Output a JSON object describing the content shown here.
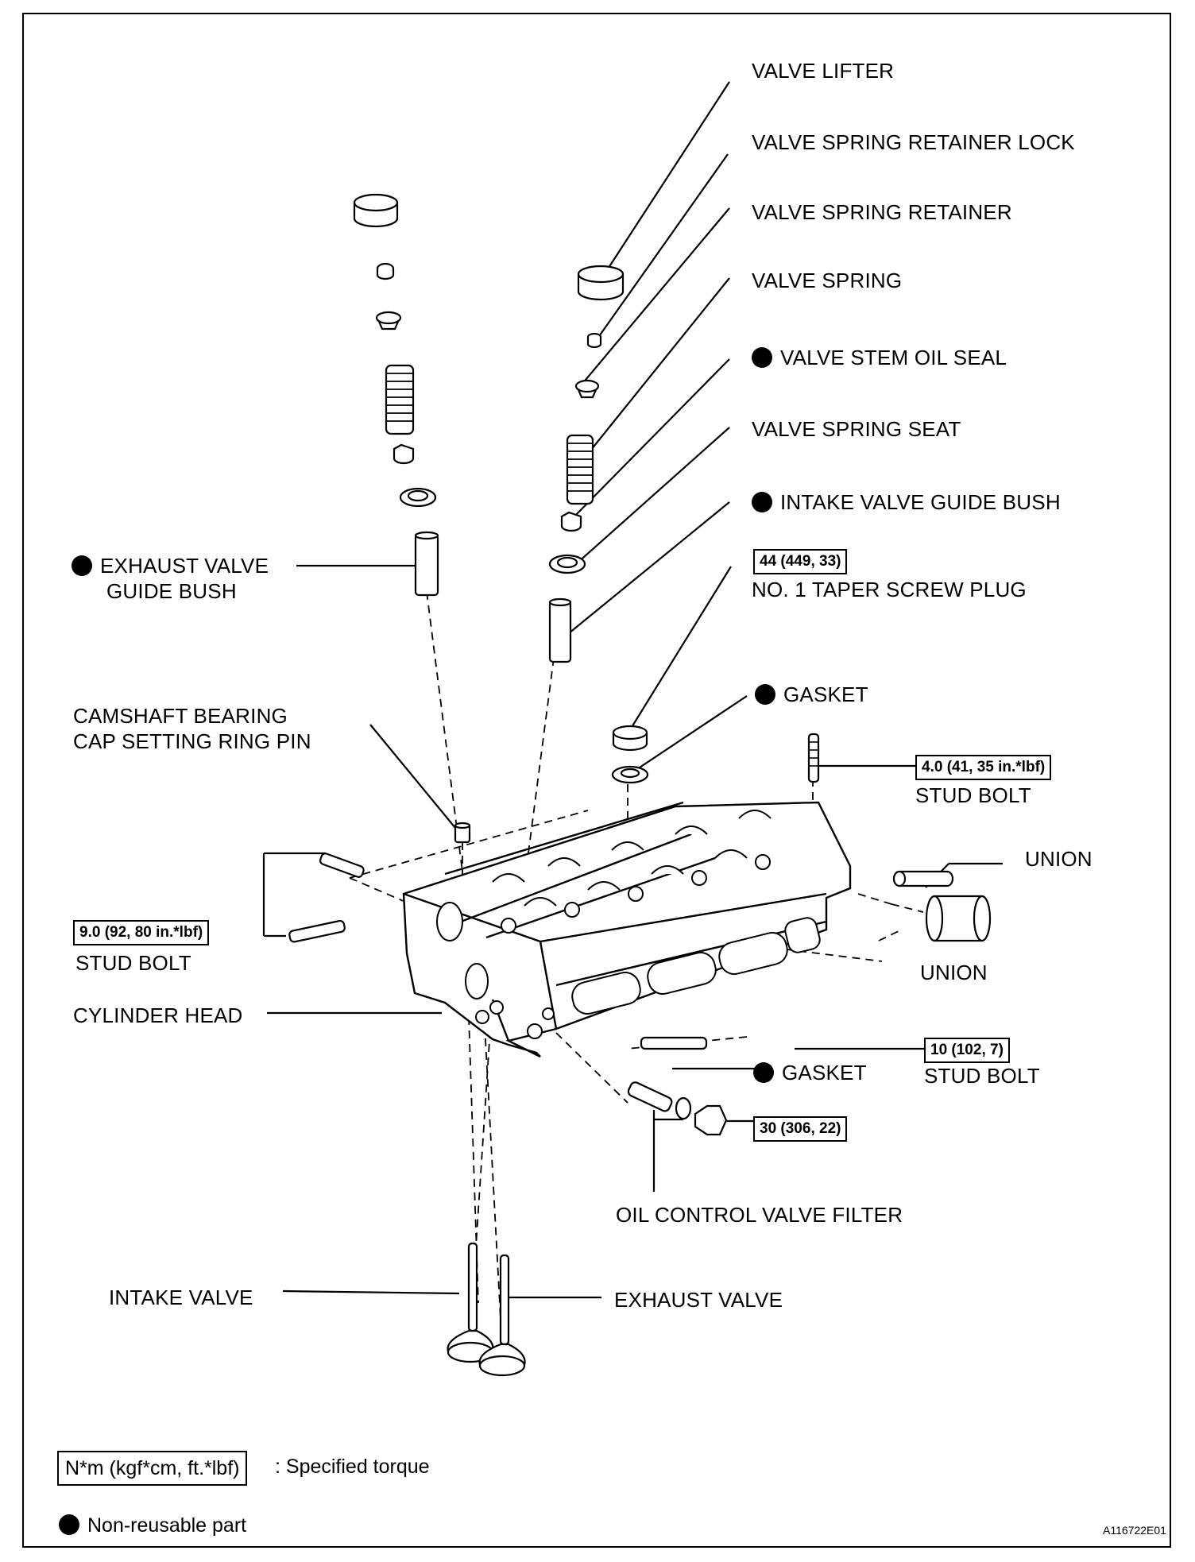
{
  "labels": {
    "valve_lifter": "VALVE LIFTER",
    "retainer_lock": "VALVE SPRING RETAINER LOCK",
    "spring_retainer": "VALVE SPRING RETAINER",
    "valve_spring": "VALVE SPRING",
    "stem_oil_seal": "VALVE STEM OIL SEAL",
    "spring_seat": "VALVE SPRING SEAT",
    "intake_guide_bush": "INTAKE VALVE GUIDE BUSH",
    "exhaust_guide_bush_1": "EXHAUST VALVE",
    "exhaust_guide_bush_2": "GUIDE BUSH",
    "taper_plug": "NO. 1 TAPER SCREW PLUG",
    "gasket_top": "GASKET",
    "cam_pin_1": "CAMSHAFT BEARING",
    "cam_pin_2": "CAP SETTING RING PIN",
    "stud_bolt_right_top": "STUD BOLT",
    "union_top": "UNION",
    "union_bottom": "UNION",
    "stud_bolt_left": "STUD BOLT",
    "cylinder_head": "CYLINDER HEAD",
    "stud_bolt_right_bottom": "STUD BOLT",
    "gasket_bottom": "GASKET",
    "oil_filter": "OIL CONTROL VALVE FILTER",
    "intake_valve": "INTAKE VALVE",
    "exhaust_valve": "EXHAUST VALVE"
  },
  "torques": {
    "taper_plug": "44 (449, 33)",
    "stud_right_top": "4.0 (41, 35 in.*lbf)",
    "stud_left": "9.0 (92, 80 in.*lbf)",
    "stud_right_bottom": "10 (102, 7)",
    "oil_filter": "30 (306, 22)"
  },
  "legend": {
    "torque_box": "N*m (kgf*cm, ft.*lbf)",
    "torque_text": ": Specified torque",
    "nonreusable_text": "Non-reusable part"
  },
  "figure_code": "A116722E01"
}
